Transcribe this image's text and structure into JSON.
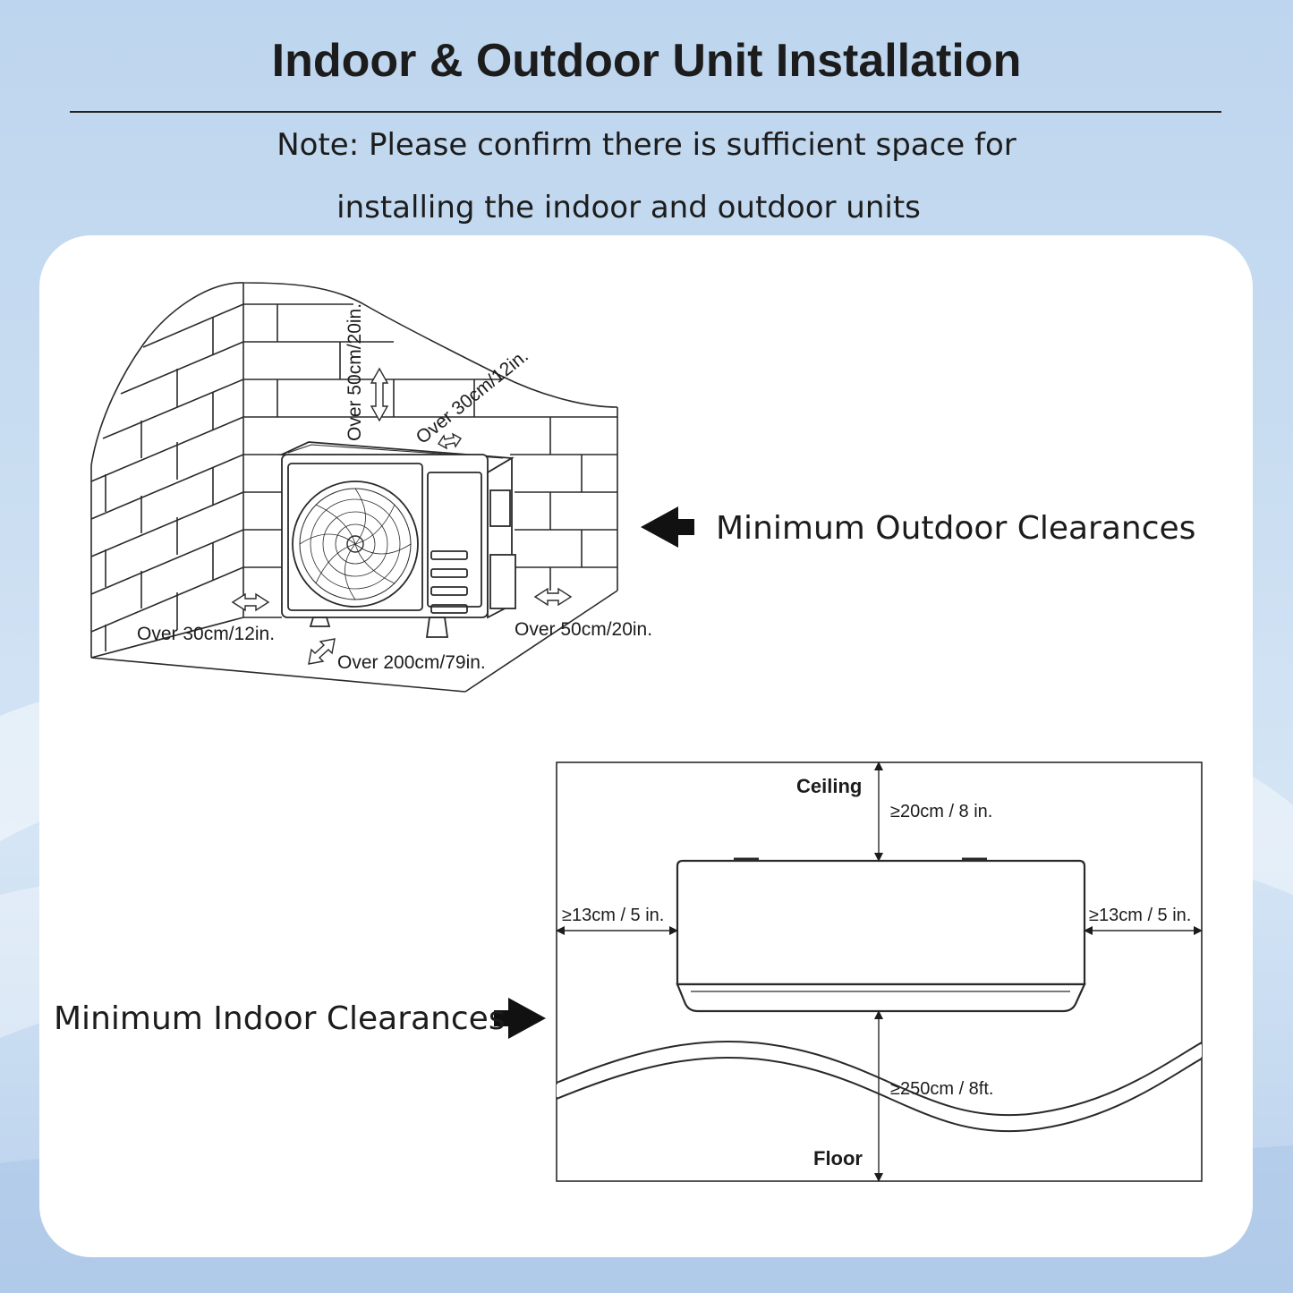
{
  "header": {
    "title": "Indoor & Outdoor Unit Installation",
    "note_line1": "Note: Please confirm there is sufficient space for",
    "note_line2": "installing the indoor and outdoor units"
  },
  "outdoor": {
    "callout": "Minimum Outdoor Clearances",
    "top": "Over 50cm/20in.",
    "back": "Over 30cm/12in.",
    "left": "Over 30cm/12in.",
    "right": "Over 50cm/20in.",
    "front": "Over 200cm/79in."
  },
  "indoor": {
    "callout": "Minimum Indoor Clearances",
    "ceiling": "Ceiling",
    "floor": "Floor",
    "top": "≥20cm / 8 in.",
    "left": "≥13cm / 5 in.",
    "right": "≥13cm / 5 in.",
    "bottom": "≥250cm / 8ft."
  },
  "colors": {
    "ink": "#1c1c1c",
    "background": "#c9ddf1",
    "card": "#ffffff"
  }
}
